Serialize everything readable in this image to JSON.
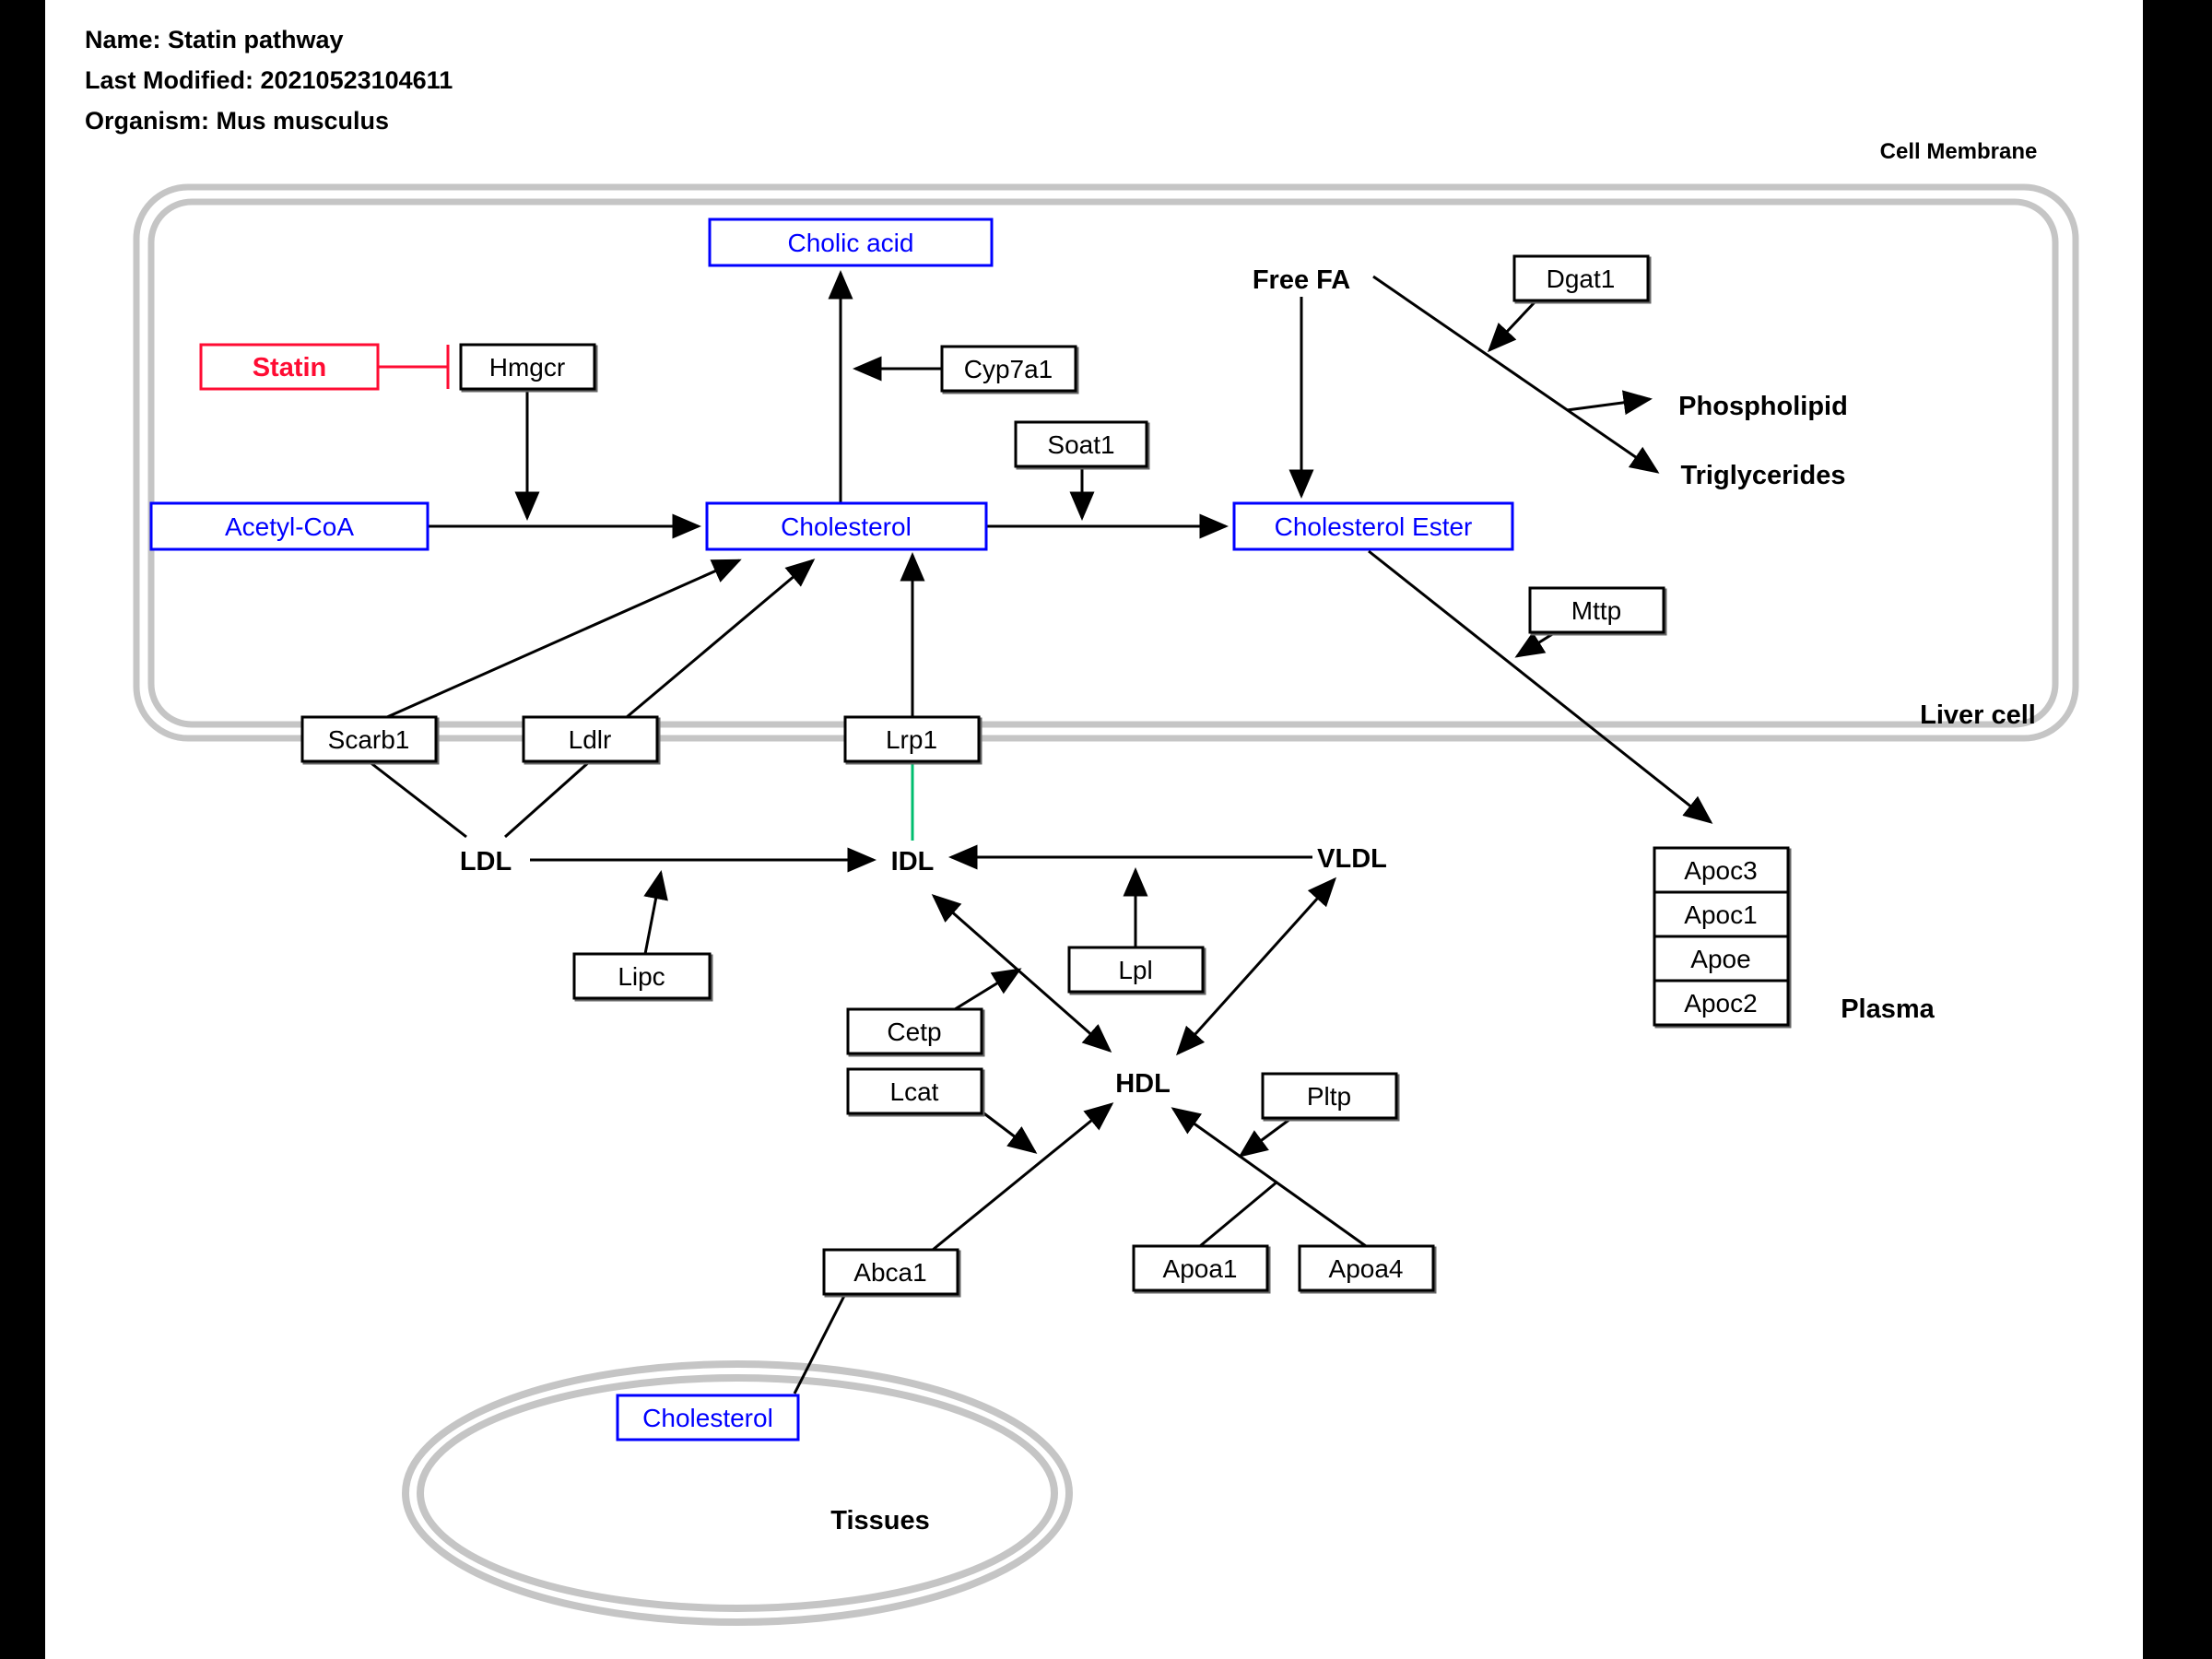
{
  "header": {
    "name": "Name: Statin pathway",
    "last_modified": "Last Modified: 20210523104611",
    "organism": "Organism: Mus musculus"
  },
  "compartments": {
    "cell_membrane": "Cell Membrane",
    "liver_cell": "Liver cell",
    "plasma": "Plasma",
    "tissues": "Tissues"
  },
  "nodes": {
    "statin": "Statin",
    "hmgcr": "Hmgcr",
    "cholic_acid": "Cholic acid",
    "cyp7a1": "Cyp7a1",
    "soat1": "Soat1",
    "acetyl_coa": "Acetyl-CoA",
    "cholesterol": "Cholesterol",
    "cholesterol_ester": "Cholesterol Ester",
    "free_fa": "Free FA",
    "dgat1": "Dgat1",
    "phospholipid": "Phospholipid",
    "triglycerides": "Triglycerides",
    "mttp": "Mttp",
    "scarb1": "Scarb1",
    "ldlr": "Ldlr",
    "lrp1": "Lrp1",
    "ldl": "LDL",
    "idl": "IDL",
    "vldl": "VLDL",
    "lipc": "Lipc",
    "lpl": "Lpl",
    "cetp": "Cetp",
    "lcat": "Lcat",
    "hdl": "HDL",
    "pltp": "Pltp",
    "abca1": "Abca1",
    "apoa1": "Apoa1",
    "apoa4": "Apoa4",
    "apoc3": "Apoc3",
    "apoc1": "Apoc1",
    "apoe": "Apoe",
    "apoc2": "Apoc2",
    "cholesterol_tissues": "Cholesterol"
  },
  "colors": {
    "metabolite": "#0000ff",
    "drug": "#ff0c33",
    "inhibition": "#ff0c33",
    "gene_border": "#000000",
    "membrane": "#c5c5c5",
    "lrp1_idl_link": "#00bd6e"
  },
  "interactions": [
    {
      "source": "Statin",
      "target": "Hmgcr",
      "type": "inhibition"
    },
    {
      "source": "Acetyl-CoA",
      "target": "Cholesterol",
      "type": "conversion",
      "catalyst": "Hmgcr"
    },
    {
      "source": "Cholesterol",
      "target": "Cholic acid",
      "type": "conversion",
      "catalyst": "Cyp7a1"
    },
    {
      "source": "Cholesterol",
      "target": "Cholesterol Ester",
      "type": "conversion",
      "catalyst": "Soat1"
    },
    {
      "source": "Free FA",
      "target": "Cholesterol Ester",
      "type": "conversion"
    },
    {
      "source": "Free FA",
      "target": "Triglycerides",
      "type": "conversion",
      "catalyst": "Dgat1"
    },
    {
      "source": "Free FA",
      "target": "Phospholipid",
      "type": "conversion"
    },
    {
      "source": "Cholesterol Ester",
      "target": "Apoc3-Apoc1-Apoe-Apoc2 stack",
      "type": "transport",
      "catalyst": "Mttp"
    },
    {
      "source": "Scarb1",
      "target": "Cholesterol",
      "type": "transport"
    },
    {
      "source": "Ldlr",
      "target": "Cholesterol",
      "type": "transport"
    },
    {
      "source": "Lrp1",
      "target": "Cholesterol",
      "type": "transport"
    },
    {
      "source": "LDL",
      "target": "Scarb1",
      "type": "binding"
    },
    {
      "source": "LDL",
      "target": "Ldlr",
      "type": "binding"
    },
    {
      "source": "Lrp1",
      "target": "IDL",
      "type": "link"
    },
    {
      "source": "LDL",
      "target": "IDL",
      "type": "conversion",
      "catalyst": "Lipc"
    },
    {
      "source": "VLDL",
      "target": "IDL",
      "type": "conversion",
      "catalyst": "Lpl"
    },
    {
      "source": "IDL",
      "target": "HDL",
      "type": "bidirectional",
      "catalyst": "Cetp"
    },
    {
      "source": "VLDL",
      "target": "HDL",
      "type": "bidirectional"
    },
    {
      "source": "Abca1",
      "target": "HDL",
      "type": "transport",
      "catalyst": "Lcat"
    },
    {
      "source": "Apoa1",
      "target": "HDL",
      "type": "transport"
    },
    {
      "source": "Apoa4",
      "target": "HDL",
      "type": "transport",
      "catalyst": "Pltp"
    },
    {
      "source": "Cholesterol (tissues)",
      "target": "Abca1",
      "type": "transport"
    }
  ]
}
